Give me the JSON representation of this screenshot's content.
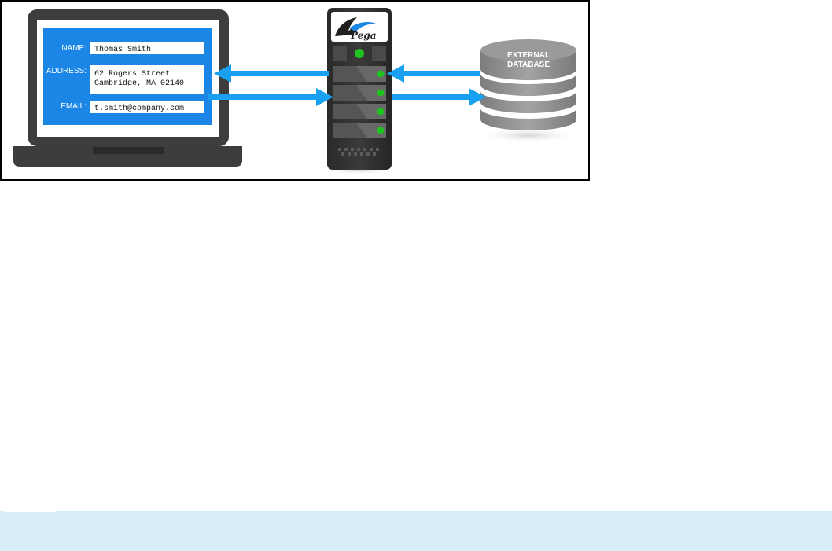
{
  "diagram": {
    "form": {
      "name_label": "NAME:",
      "name_value": "Thomas Smith",
      "address_label": "ADDRESS:",
      "address_line1": "62 Rogers Street",
      "address_line2": "Cambridge, MA  02140",
      "email_label": "EMAIL:",
      "email_value": "t.smith@company.com"
    },
    "server": {
      "logo_text": "Pega"
    },
    "database": {
      "label_line1": "EXTERNAL",
      "label_line2": "DATABASE"
    },
    "colors": {
      "screen_blue": "#1b86e6",
      "arrow_blue": "#1aa0f0",
      "laptop_gray": "#3d3d3d",
      "server_dark": "#2b2b2b",
      "led_green": "#1ec31e",
      "db_gray": "#8f8f8f",
      "info_bar": "#d9eef9"
    }
  }
}
